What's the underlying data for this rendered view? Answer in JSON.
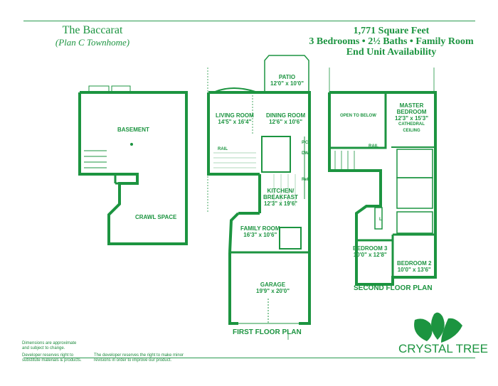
{
  "header": {
    "name": "The Baccarat",
    "plan": "(Plan C Townhome)",
    "square_feet": "1,771 Square Feet",
    "features": "3 Bedrooms • 2½ Baths • Family Room",
    "availability": "End Unit Availability"
  },
  "basement": {
    "basement": "BASEMENT",
    "crawl_space": "CRAWL SPACE"
  },
  "first_floor": {
    "title": "FIRST FLOOR PLAN",
    "patio": {
      "name": "PATIO",
      "size": "12'0\" x 10'0\""
    },
    "living_room": {
      "name": "LIVING ROOM",
      "size": "14'5\" x 16'4\""
    },
    "dining_room": {
      "name": "DINING ROOM",
      "size": "12'6\" x 10'6\""
    },
    "kitchen": {
      "name": "KITCHEN/\nBREAKFAST",
      "line1": "KITCHEN/",
      "line2": "BREAKFAST",
      "size": "12'3\" x 19'6\""
    },
    "family_room": {
      "name": "FAMILY ROOM",
      "size": "16'3\" x 10'6\""
    },
    "garage": {
      "name": "GARAGE",
      "size": "19'9\" x 20'0\""
    },
    "rail": "RAIL",
    "pc": "P.C.",
    "dw": "DW",
    "ref": "Ref"
  },
  "second_floor": {
    "title": "SECOND FLOOR PLAN",
    "open_to_below": "OPEN TO BELOW",
    "rail": "RAIL",
    "master": {
      "line1": "MASTER",
      "line2": "BEDROOM",
      "size": "12'3\" x 15'3\"",
      "note1": "CATHEDRAL",
      "note2": "CEILING"
    },
    "bedroom3": {
      "name": "BEDROOM 3",
      "size": "10'0\" x 12'8\""
    },
    "bedroom2": {
      "name": "BEDROOM 2",
      "size": "10'0\" x 13'6\""
    },
    "linen": "L"
  },
  "footer": {
    "note1": "Dimensions are approximate and subject to change.",
    "note2": "Developer reserves right to substitute materials & products.",
    "note3": "The developer reserves the right to make minor revisions in order to improve our product.",
    "logo": "CRYSTAL TREE"
  },
  "colors": {
    "accent": "#1c9440"
  }
}
